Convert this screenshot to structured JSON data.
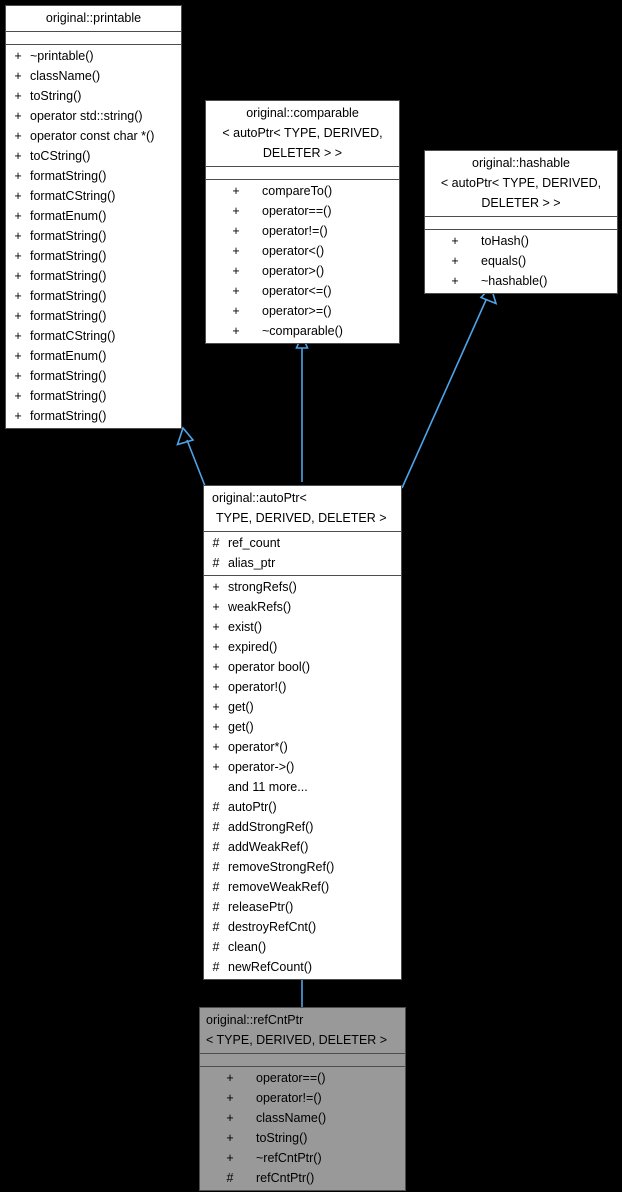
{
  "diagram": {
    "kind": "uml-class-inheritance-diagram",
    "background": "#000000",
    "edge_color": "#4ea3e8",
    "box_border_color": "#4d4d4d",
    "box_fill": "#ffffff",
    "focus_box_fill": "#999999"
  },
  "classes": {
    "printable": {
      "title_lines": [
        "original::printable"
      ],
      "attributes": [],
      "methods": [
        {
          "vis": "+",
          "name": "~printable()"
        },
        {
          "vis": "+",
          "name": "className()"
        },
        {
          "vis": "+",
          "name": "toString()"
        },
        {
          "vis": "+",
          "name": "operator std::string()"
        },
        {
          "vis": "+",
          "name": "operator const char *()"
        },
        {
          "vis": "+",
          "name": "toCString()"
        },
        {
          "vis": "+",
          "name": "formatString()"
        },
        {
          "vis": "+",
          "name": "formatCString()"
        },
        {
          "vis": "+",
          "name": "formatEnum()"
        },
        {
          "vis": "+",
          "name": "formatString()"
        },
        {
          "vis": "+",
          "name": "formatString()"
        },
        {
          "vis": "+",
          "name": "formatString()"
        },
        {
          "vis": "+",
          "name": "formatString()"
        },
        {
          "vis": "+",
          "name": "formatString()"
        },
        {
          "vis": "+",
          "name": "formatCString()"
        },
        {
          "vis": "+",
          "name": "formatEnum()"
        },
        {
          "vis": "+",
          "name": "formatString()"
        },
        {
          "vis": "+",
          "name": "formatString()"
        },
        {
          "vis": "+",
          "name": "formatString()"
        }
      ]
    },
    "comparable": {
      "title_lines": [
        "original::comparable",
        "< autoPtr< TYPE, DERIVED,",
        "DELETER > >"
      ],
      "attributes": [],
      "methods": [
        {
          "vis": "+",
          "name": "compareTo()"
        },
        {
          "vis": "+",
          "name": "operator==()"
        },
        {
          "vis": "+",
          "name": "operator!=()"
        },
        {
          "vis": "+",
          "name": "operator<()"
        },
        {
          "vis": "+",
          "name": "operator>()"
        },
        {
          "vis": "+",
          "name": "operator<=()"
        },
        {
          "vis": "+",
          "name": "operator>=()"
        },
        {
          "vis": "+",
          "name": "~comparable()"
        }
      ]
    },
    "hashable": {
      "title_lines": [
        "original::hashable",
        "< autoPtr< TYPE, DERIVED,",
        "DELETER > >"
      ],
      "attributes": [],
      "methods": [
        {
          "vis": "+",
          "name": "toHash()"
        },
        {
          "vis": "+",
          "name": "equals()"
        },
        {
          "vis": "+",
          "name": "~hashable()"
        }
      ]
    },
    "autoPtr": {
      "title_lines": [
        "original::autoPtr<",
        "TYPE, DERIVED, DELETER >"
      ],
      "attributes": [
        {
          "vis": "#",
          "name": "ref_count"
        },
        {
          "vis": "#",
          "name": "alias_ptr"
        }
      ],
      "methods": [
        {
          "vis": "+",
          "name": "strongRefs()"
        },
        {
          "vis": "+",
          "name": "weakRefs()"
        },
        {
          "vis": "+",
          "name": "exist()"
        },
        {
          "vis": "+",
          "name": "expired()"
        },
        {
          "vis": "+",
          "name": "operator bool()"
        },
        {
          "vis": "+",
          "name": "operator!()"
        },
        {
          "vis": "+",
          "name": "get()"
        },
        {
          "vis": "+",
          "name": "get()"
        },
        {
          "vis": "+",
          "name": "operator*()"
        },
        {
          "vis": "+",
          "name": "operator->()"
        },
        {
          "vis": "",
          "name": "and 11 more..."
        },
        {
          "vis": "#",
          "name": "autoPtr()"
        },
        {
          "vis": "#",
          "name": "addStrongRef()"
        },
        {
          "vis": "#",
          "name": "addWeakRef()"
        },
        {
          "vis": "#",
          "name": "removeStrongRef()"
        },
        {
          "vis": "#",
          "name": "removeWeakRef()"
        },
        {
          "vis": "#",
          "name": "releasePtr()"
        },
        {
          "vis": "#",
          "name": "destroyRefCnt()"
        },
        {
          "vis": "#",
          "name": "clean()"
        },
        {
          "vis": "#",
          "name": "newRefCount()"
        }
      ]
    },
    "refCntPtr": {
      "title_lines": [
        "original::refCntPtr",
        "< TYPE, DERIVED, DELETER >"
      ],
      "attributes": [],
      "methods": [
        {
          "vis": "+",
          "name": "operator==()"
        },
        {
          "vis": "+",
          "name": "operator!=()"
        },
        {
          "vis": "+",
          "name": "className()"
        },
        {
          "vis": "+",
          "name": "toString()"
        },
        {
          "vis": "+",
          "name": "~refCntPtr()"
        },
        {
          "vis": "#",
          "name": "refCntPtr()"
        }
      ]
    }
  },
  "edges": [
    {
      "from": "autoPtr",
      "to": "printable",
      "type": "inheritance"
    },
    {
      "from": "autoPtr",
      "to": "comparable",
      "type": "inheritance"
    },
    {
      "from": "autoPtr",
      "to": "hashable",
      "type": "inheritance"
    },
    {
      "from": "refCntPtr",
      "to": "autoPtr",
      "type": "inheritance"
    }
  ]
}
